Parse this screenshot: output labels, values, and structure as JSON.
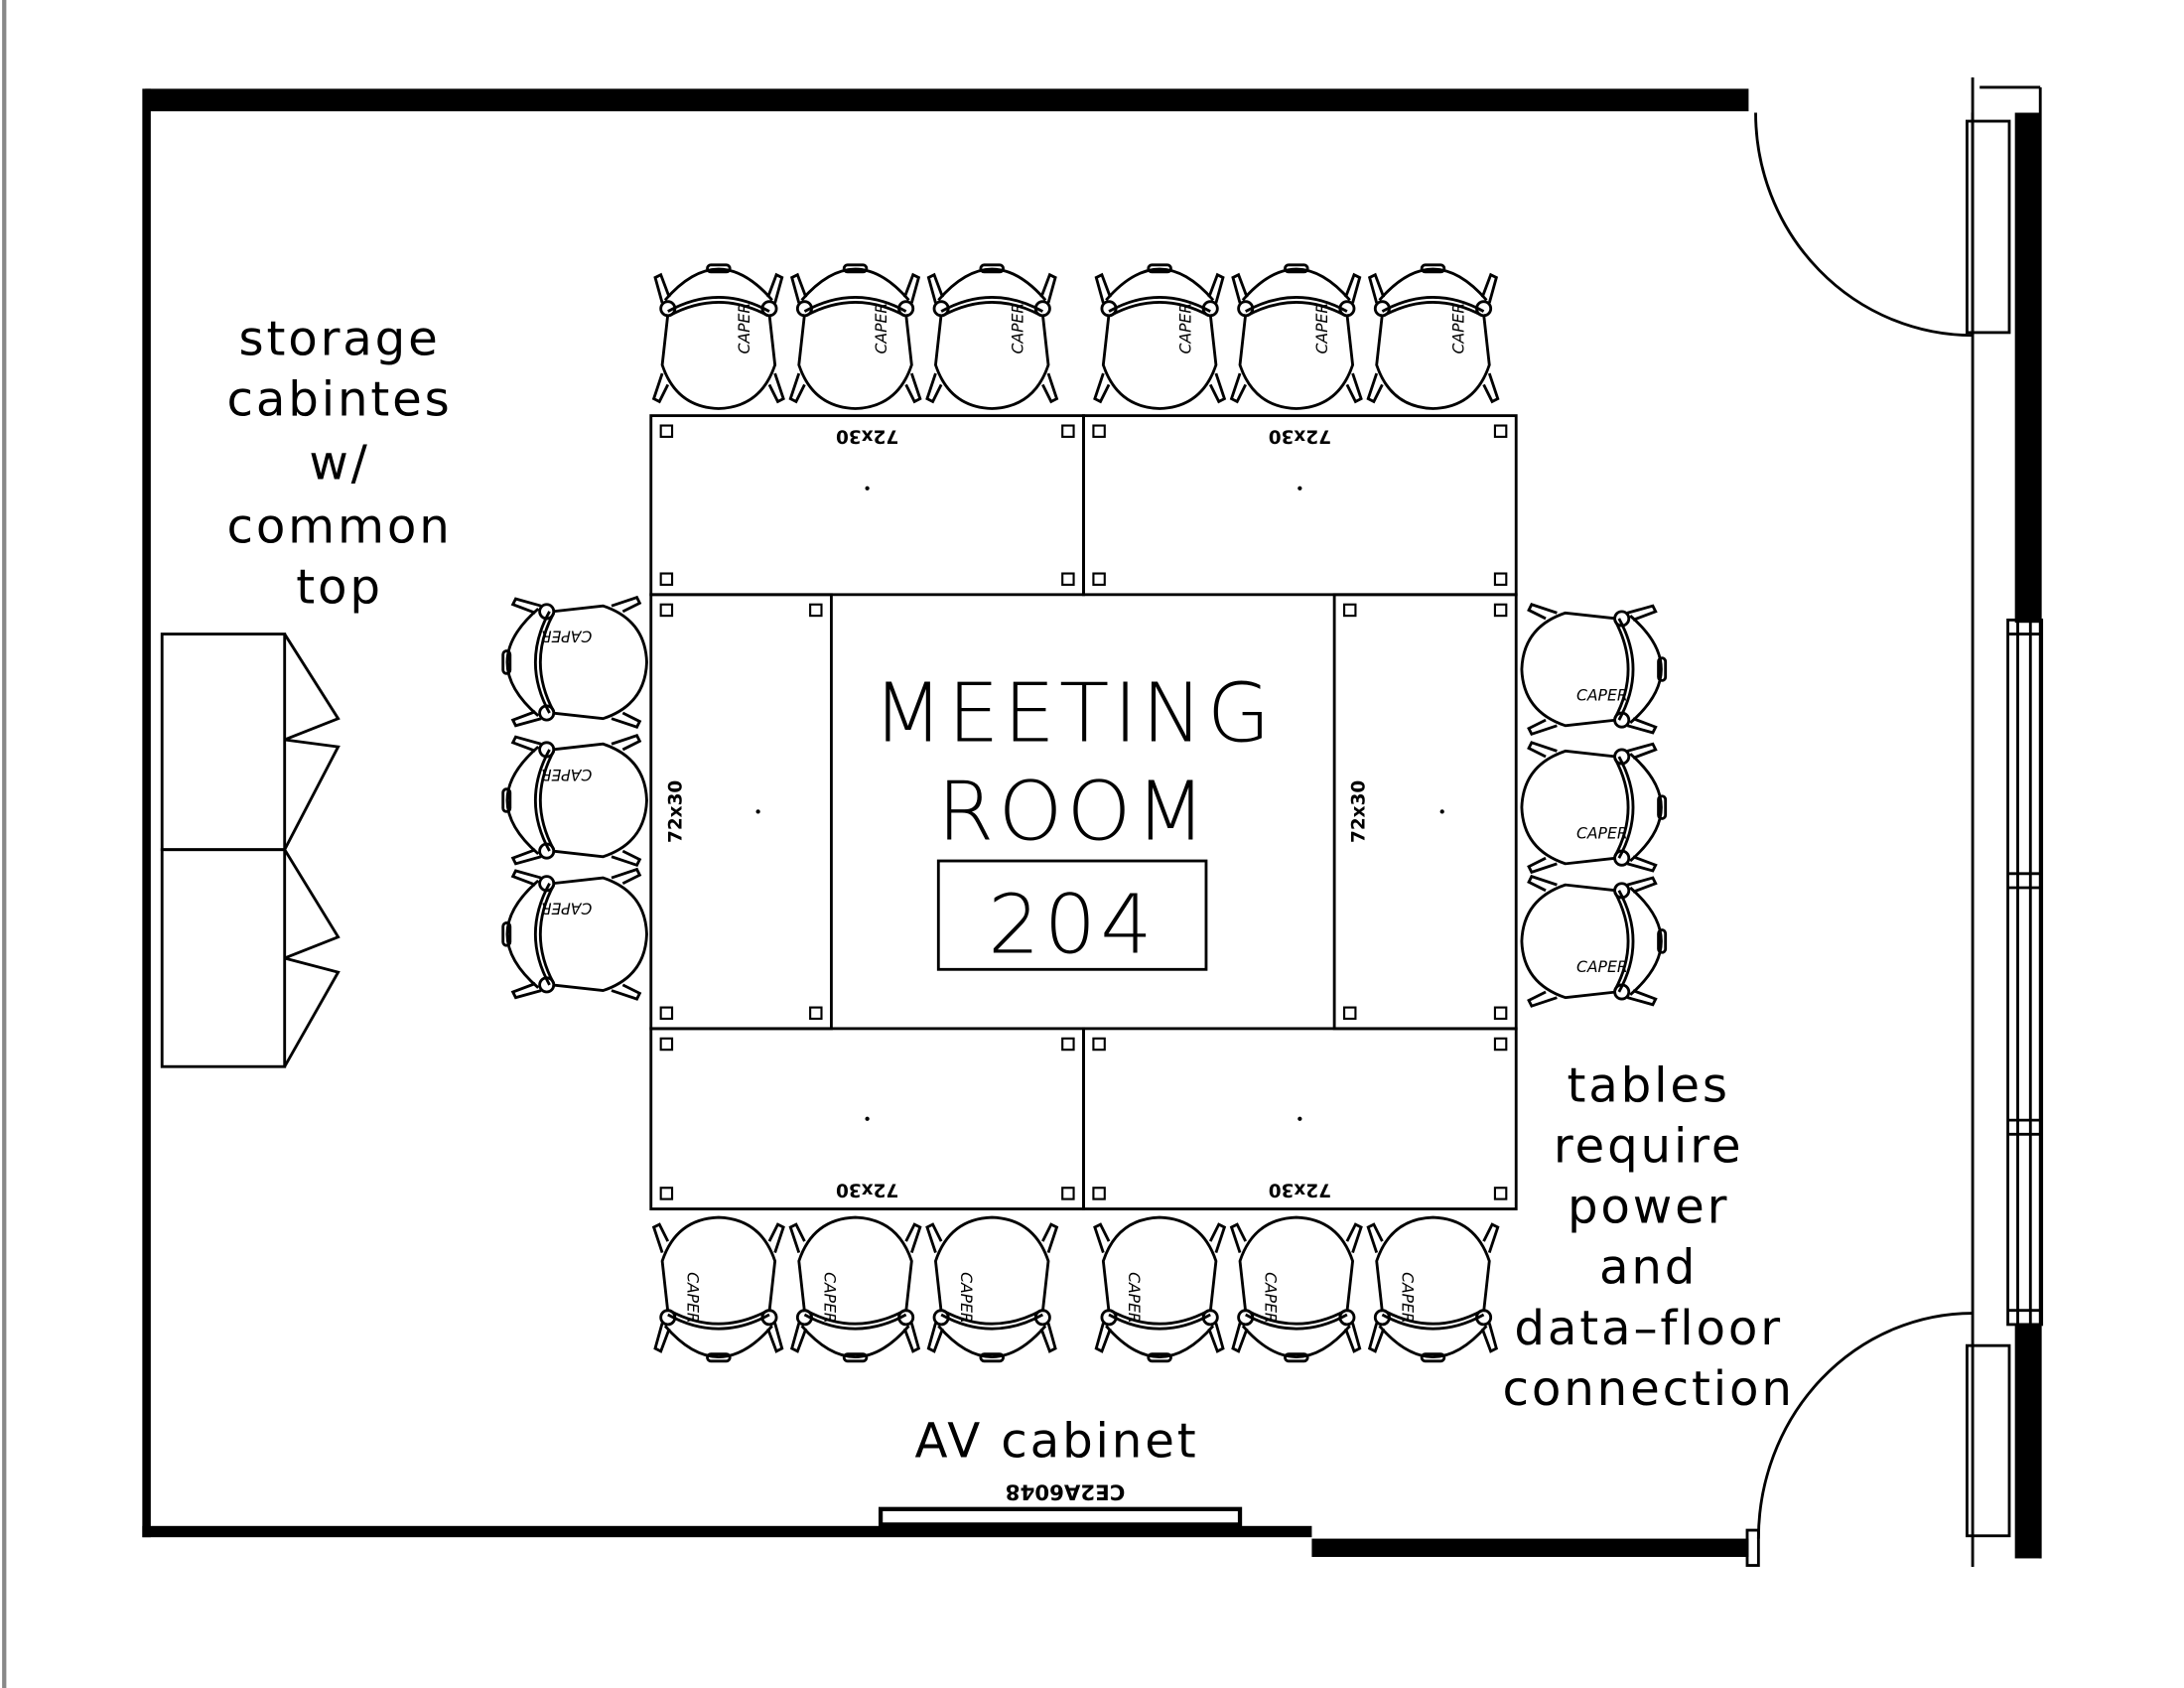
{
  "room": {
    "name_line1": "MEETING",
    "name_line2": "ROOM",
    "number": "204"
  },
  "labels": {
    "storage": [
      "storage",
      "cabintes",
      "w/",
      "common",
      "top"
    ],
    "tables_note": [
      "tables",
      "require",
      "power",
      "and",
      "data–floor",
      "connection"
    ],
    "av_cabinet": "AV cabinet",
    "av_tag": "CE2A6048"
  },
  "tables": [
    {
      "position": "top-left",
      "size": "72x30"
    },
    {
      "position": "top-right",
      "size": "72x30"
    },
    {
      "position": "left",
      "size": "72x30"
    },
    {
      "position": "right",
      "size": "72x30"
    },
    {
      "position": "bottom-left",
      "size": "72x30"
    },
    {
      "position": "bottom-right",
      "size": "72x30"
    }
  ],
  "chairs": {
    "label": "CAPER"
  }
}
